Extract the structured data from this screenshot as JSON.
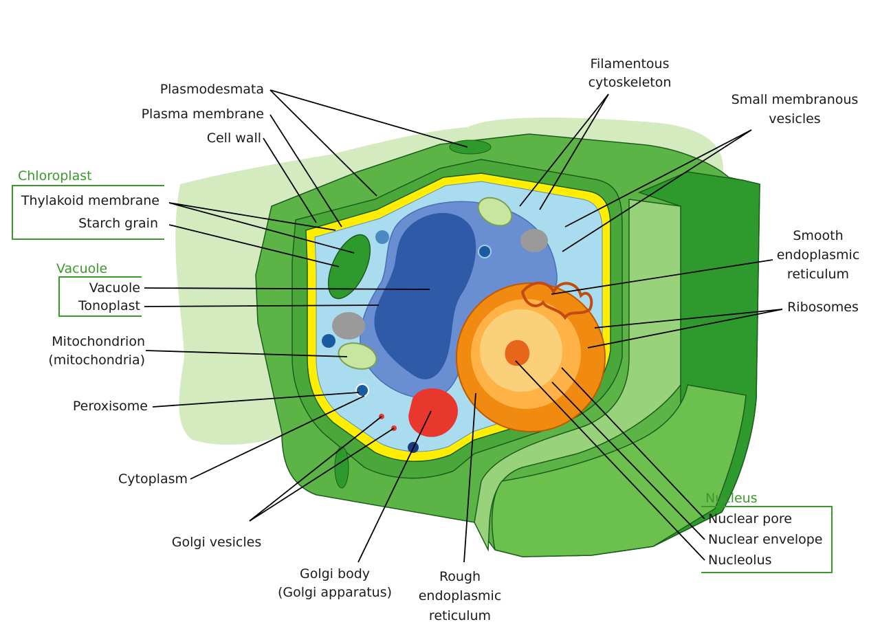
{
  "labels": {
    "plasmodesmata": "Plasmodesmata",
    "plasma_membrane": "Plasma membrane",
    "cell_wall": "Cell wall",
    "chloroplast_group": "Chloroplast",
    "thylakoid_membrane": "Thylakoid membrane",
    "starch_grain": "Starch grain",
    "vacuole_group": "Vacuole",
    "vacuole": "Vacuole",
    "tonoplast": "Tonoplast",
    "mitochondrion_1": "Mitochondrion",
    "mitochondrion_2": "(mitochondria)",
    "peroxisome": "Peroxisome",
    "cytoplasm": "Cytoplasm",
    "golgi_vesicles": "Golgi vesicles",
    "golgi_body_1": "Golgi body",
    "golgi_body_2": "(Golgi apparatus)",
    "rough_er_1": "Rough",
    "rough_er_2": "endoplasmic",
    "rough_er_3": "reticulum",
    "filamentous_1": "Filamentous",
    "filamentous_2": "cytoskeleton",
    "small_vesicles_1": "Small membranous",
    "small_vesicles_2": "vesicles",
    "smooth_er_1": "Smooth",
    "smooth_er_2": "endoplasmic",
    "smooth_er_3": "reticulum",
    "ribosomes": "Ribosomes",
    "nucleus_group": "Nucleus",
    "nuclear_pore": "Nuclear pore",
    "nuclear_envelope": "Nuclear envelope",
    "nucleolus": "Nucleolus"
  },
  "colors": {
    "group_label": "#3a9a2c",
    "background_blob": "#d3ebbf",
    "cell_wall": "#5cb446",
    "cell_wall_dark": "#2e9a2e",
    "cell_wall_light": "#98d27a",
    "plasma_membrane": "#ffee00",
    "cytoplasm": "#a9dcef",
    "vacuole": "#2f5aa8",
    "tonoplast": "#6a8ed2",
    "nucleus_outer": "#f08a10",
    "nucleus_inner": "#fbd07a",
    "nucleolus": "#e8661a",
    "golgi": "#e8382e"
  }
}
